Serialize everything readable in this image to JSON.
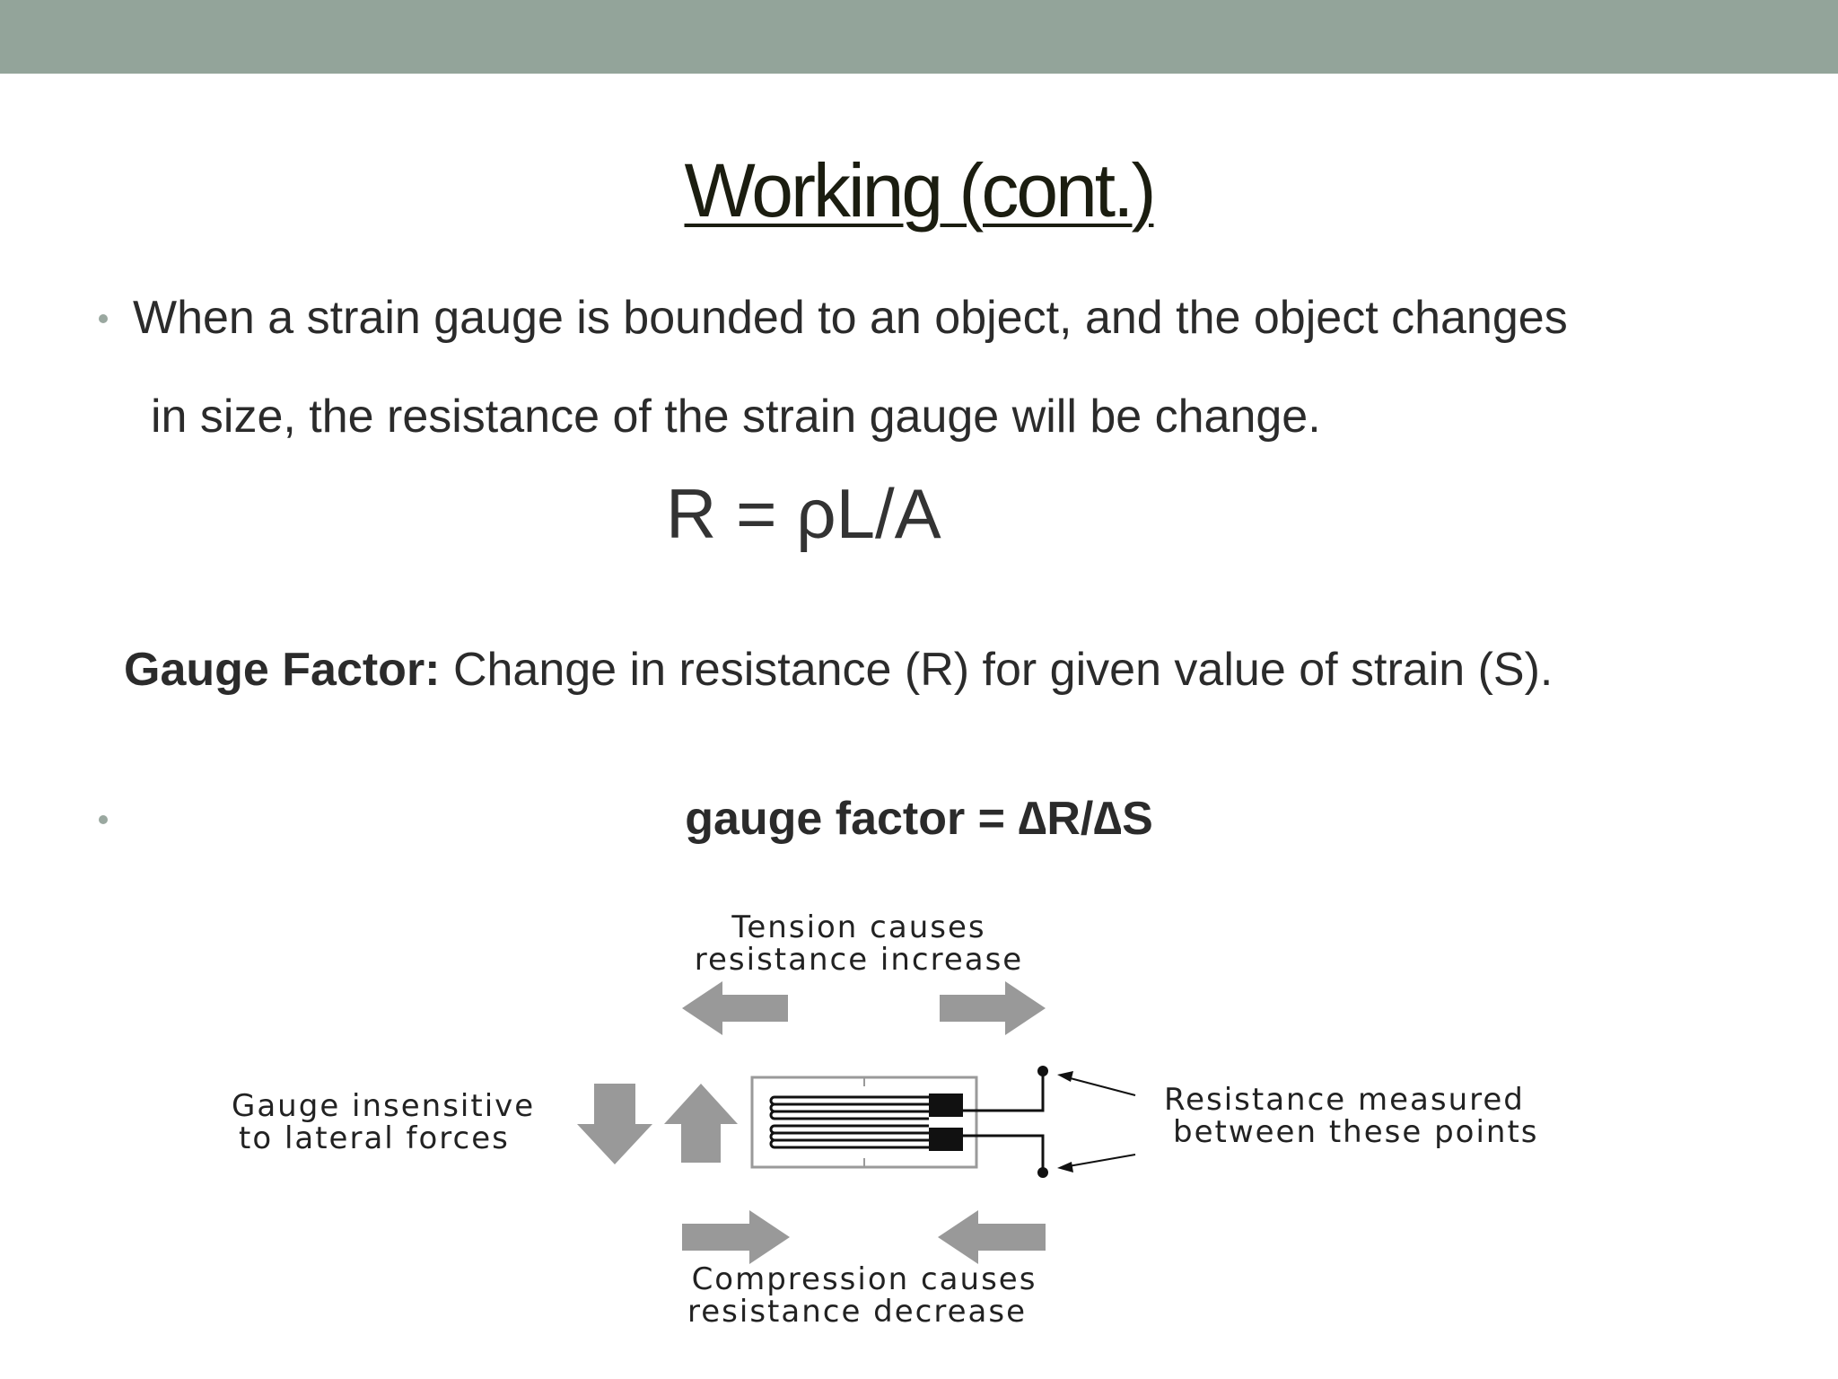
{
  "slide": {
    "title": "Working (cont.)",
    "bullet1_line1": "When a strain gauge is bounded to an object, and the object changes",
    "bullet1_line2": "in size, the resistance of the strain gauge will be change.",
    "resistance_formula": "R = ρL/A",
    "gauge_factor_label": "Gauge Factor:",
    "gauge_factor_text": " Change in resistance (R) for given value of strain (S).",
    "gauge_factor_formula": "gauge factor = ∆R/∆S"
  },
  "diagram": {
    "tension_line1": "Tension causes",
    "tension_line2": "resistance increase",
    "lateral_line1": "Gauge insensitive",
    "lateral_line2": "to lateral forces",
    "measure_line1": "Resistance measured",
    "measure_line2": "between these points",
    "compression_line1": "Compression causes",
    "compression_line2": "resistance decrease"
  },
  "colors": {
    "top_bar": "#93a49a",
    "arrow_gray": "#999999",
    "bullet": "#9aa8a0"
  }
}
